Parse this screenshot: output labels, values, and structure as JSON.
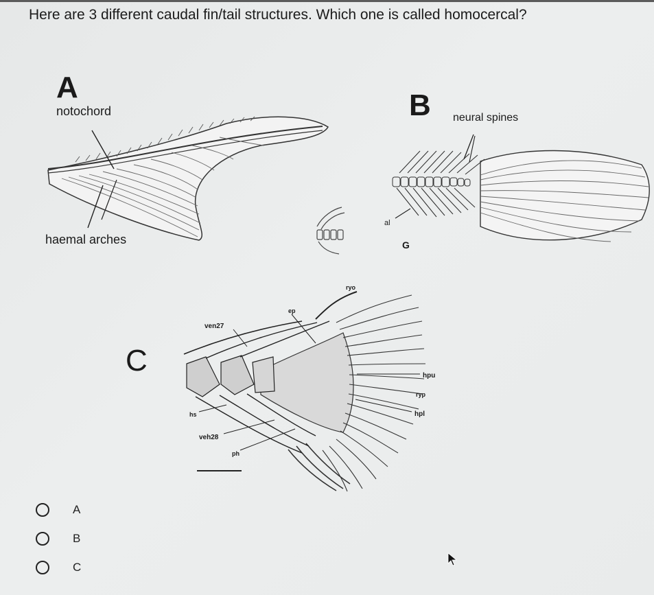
{
  "question": {
    "text": "Here are 3 different caudal fin/tail structures. Which one is called homocercal?"
  },
  "figure": {
    "panel_a": {
      "letter": "A",
      "label_notochord": "notochord",
      "label_haemal": "haemal arches"
    },
    "panel_b": {
      "letter": "B",
      "label_neural": "neural spines",
      "label_g": "G",
      "label_al": "al"
    },
    "panel_c": {
      "letter": "C",
      "label_ryo": "ryo",
      "label_ep": "ep",
      "label_ven27": "ven27",
      "label_hpu": "hpu",
      "label_ryp": "ryp",
      "label_hpl": "hpl",
      "label_hs": "hs",
      "label_veh28": "veh28",
      "label_ph": "ph"
    }
  },
  "options": [
    {
      "label": "A"
    },
    {
      "label": "B"
    },
    {
      "label": "C"
    }
  ]
}
